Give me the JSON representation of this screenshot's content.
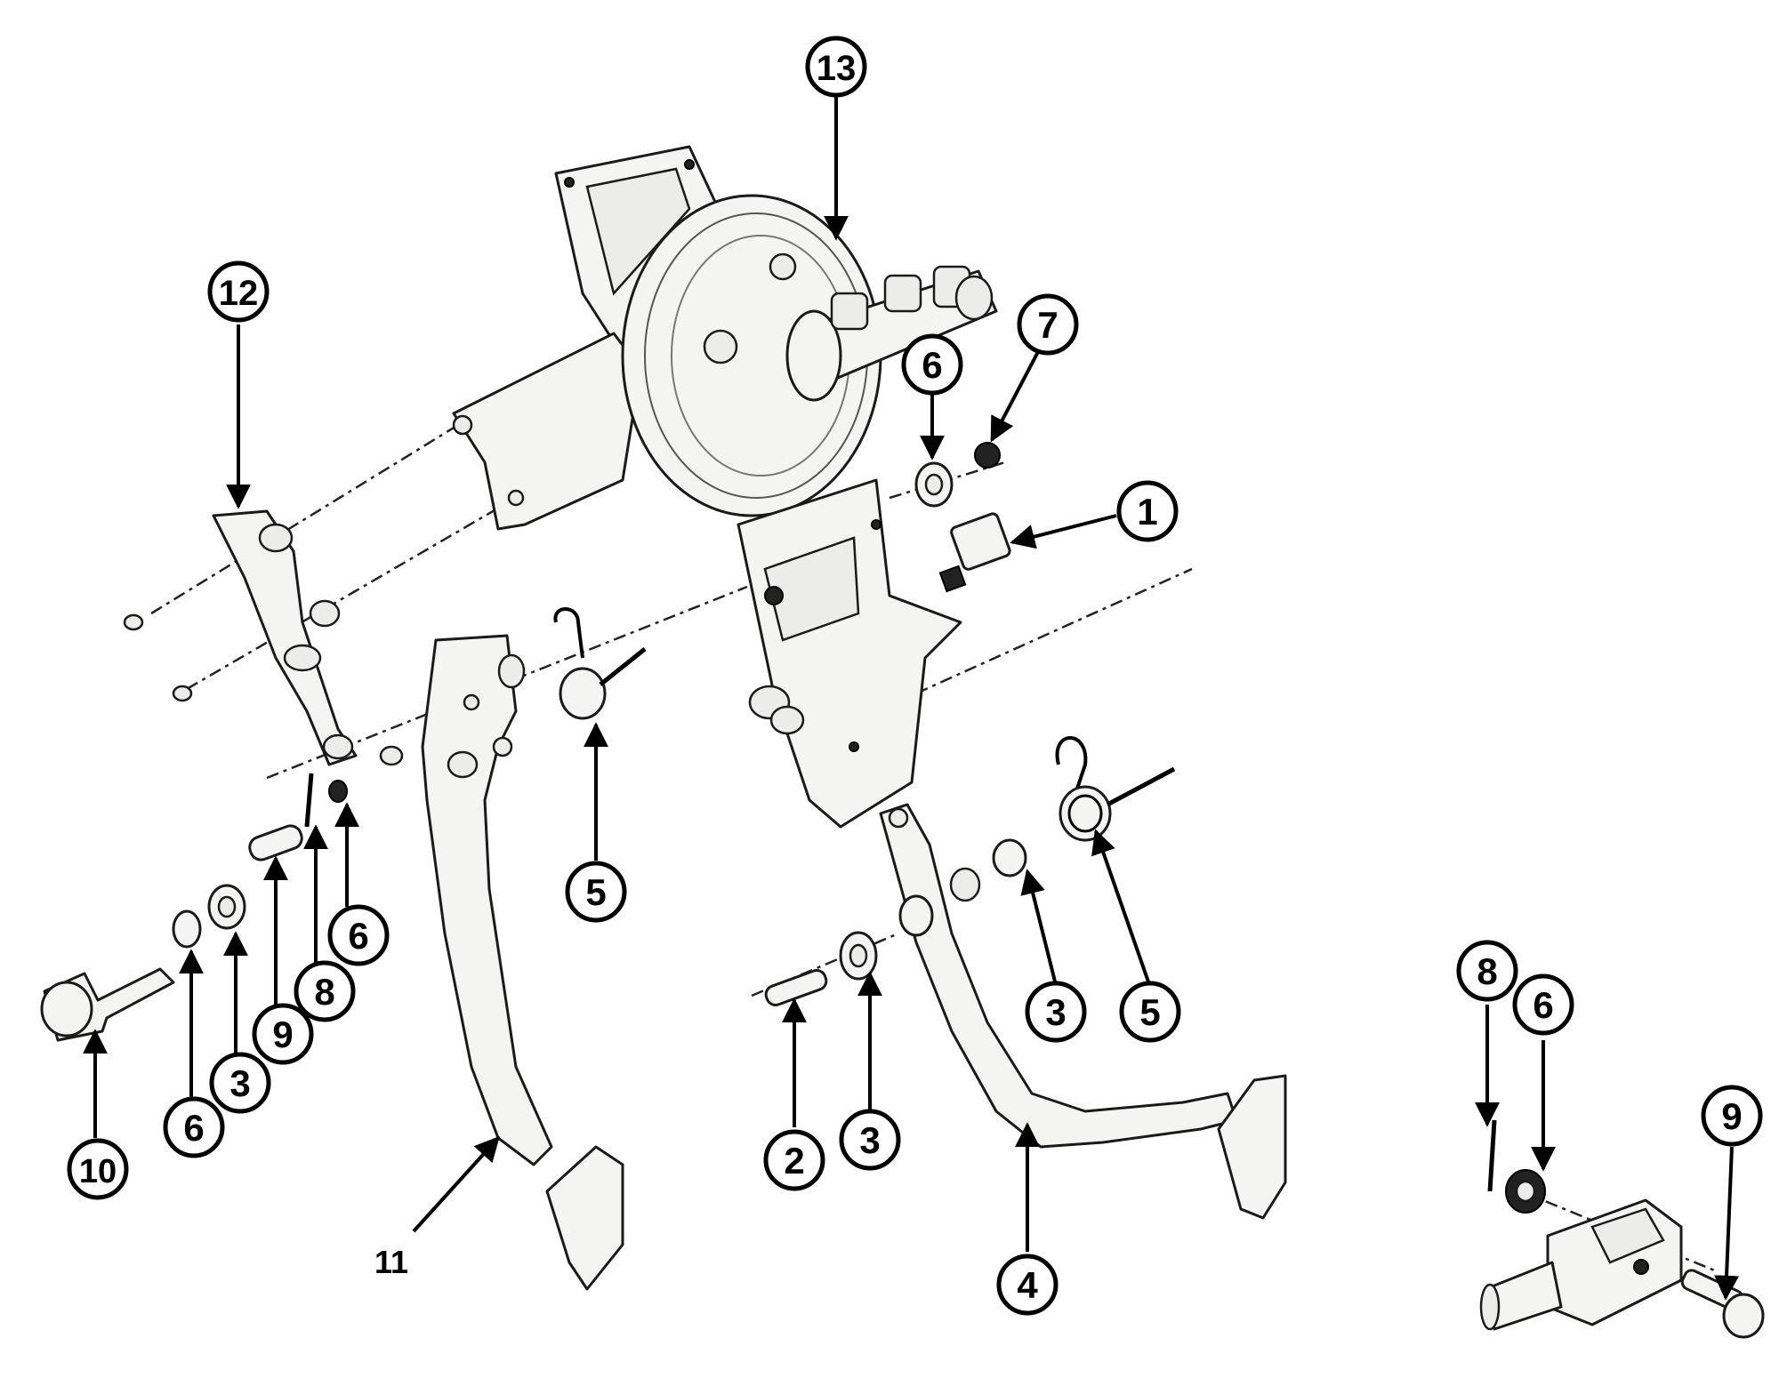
{
  "diagram": {
    "callouts": [
      {
        "id": "c13",
        "text": "13"
      },
      {
        "id": "c12",
        "text": "12"
      },
      {
        "id": "c7",
        "text": "7"
      },
      {
        "id": "c6a",
        "text": "6"
      },
      {
        "id": "c1",
        "text": "1"
      },
      {
        "id": "c5a",
        "text": "5"
      },
      {
        "id": "c6b",
        "text": "6"
      },
      {
        "id": "c8a",
        "text": "8"
      },
      {
        "id": "c9a",
        "text": "9"
      },
      {
        "id": "c3a",
        "text": "3"
      },
      {
        "id": "c6c",
        "text": "6"
      },
      {
        "id": "c10",
        "text": "10"
      },
      {
        "id": "c11",
        "text": "11"
      },
      {
        "id": "c2",
        "text": "2"
      },
      {
        "id": "c3b",
        "text": "3"
      },
      {
        "id": "c3c",
        "text": "3"
      },
      {
        "id": "c5b",
        "text": "5"
      },
      {
        "id": "c4",
        "text": "4"
      },
      {
        "id": "c8b",
        "text": "8"
      },
      {
        "id": "c6d",
        "text": "6"
      },
      {
        "id": "c9b",
        "text": "9"
      }
    ]
  }
}
